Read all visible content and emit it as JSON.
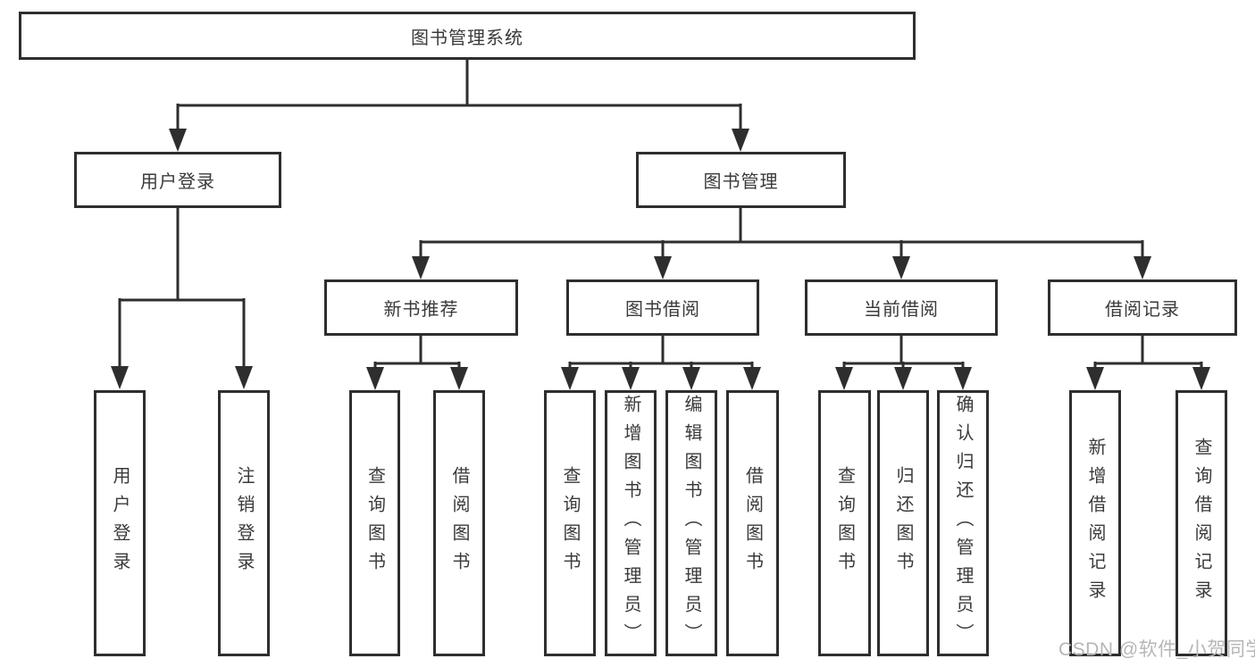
{
  "colors": {
    "line": "#2e2e2e",
    "node_border": "#2e2e2e",
    "node_text": "#3a3a3a",
    "background": "#ffffff",
    "watermark_text": "#b6b6b6"
  },
  "tree": {
    "label": "图书管理系统",
    "children": [
      {
        "label": "用户登录",
        "children": [
          {
            "label": "用户登录"
          },
          {
            "label": "注销登录"
          }
        ]
      },
      {
        "label": "图书管理",
        "children": [
          {
            "label": "新书推荐",
            "children": [
              {
                "label": "查询图书"
              },
              {
                "label": "借阅图书"
              }
            ]
          },
          {
            "label": "图书借阅",
            "children": [
              {
                "label": "查询图书"
              },
              {
                "label": "新增图书（管理员）"
              },
              {
                "label": "编辑图书（管理员）"
              },
              {
                "label": "借阅图书"
              }
            ]
          },
          {
            "label": "当前借阅",
            "children": [
              {
                "label": "查询图书"
              },
              {
                "label": "归还图书"
              },
              {
                "label": "确认归还（管理员）"
              }
            ]
          },
          {
            "label": "借阅记录",
            "children": [
              {
                "label": "新增借阅记录"
              },
              {
                "label": "查询借阅记录"
              }
            ]
          }
        ]
      }
    ]
  },
  "watermark": {
    "text": "CSDN @软件_小贺同学"
  }
}
